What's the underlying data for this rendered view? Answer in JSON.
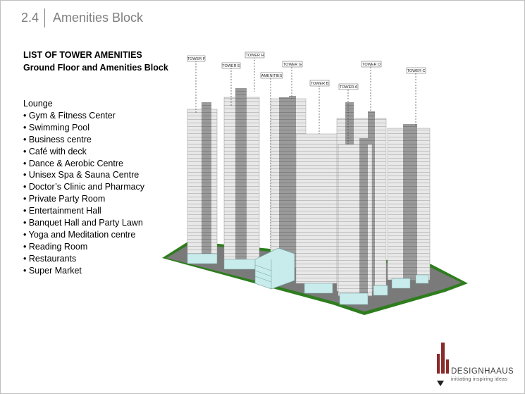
{
  "header": {
    "section_number": "2.4",
    "section_title": "Amenities Block"
  },
  "content": {
    "heading_line1": "LIST OF TOWER AMENITIES",
    "heading_line2": "Ground Floor and Amenities Block",
    "lead_item": "Lounge",
    "bullet_glyph": "•",
    "amenities": [
      "Gym & Fitness Center",
      "Swimming Pool",
      "Business centre",
      "Café with deck",
      "Dance & Aerobic Centre",
      "Unisex Spa & Sauna Centre",
      "Doctor’s Clinic and Pharmacy",
      "Private Party Room",
      "Entertainment Hall",
      "Banquet Hall and Party Lawn",
      "Yoga and Meditation centre",
      "Reading Room",
      "Restaurants",
      "Super Market"
    ]
  },
  "diagram": {
    "tower_labels": {
      "tower_f": "TOWER F",
      "tower_e": "TOWER E",
      "tower_h": "TOWER H",
      "amenities": "AMENITIES",
      "tower_g": "TOWER G",
      "tower_b": "TOWER B",
      "tower_a": "TOWER A",
      "tower_d": "TOWER D",
      "tower_c": "TOWER C"
    },
    "colors": {
      "site_green": "#2e7d1e",
      "ground_grey": "#7a7a7a",
      "podium_cyan": "#c8ecec",
      "tower_face": "#e6e6e6",
      "tower_core": "#8a8a8a"
    }
  },
  "logo": {
    "name": "DESIGNHAAUS",
    "tagline": "initiating inspiring ideas",
    "accent_color": "#8b2a2a"
  }
}
